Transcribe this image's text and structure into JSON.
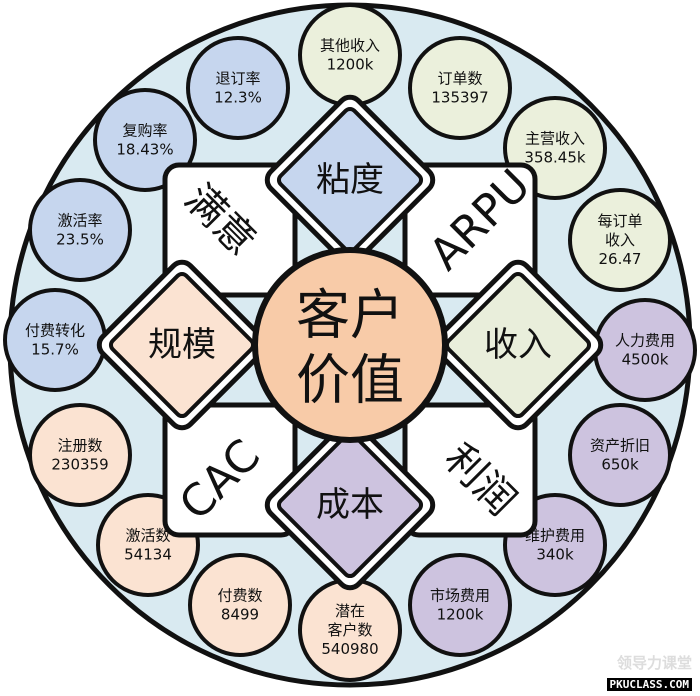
{
  "center": {
    "line1": "客户",
    "line2": "价值",
    "color": "#f8cba8"
  },
  "diamonds": [
    {
      "id": "top",
      "label": "粘度",
      "color": "#c6d6ee"
    },
    {
      "id": "right",
      "label": "收入",
      "color": "#e9eedb"
    },
    {
      "id": "bottom",
      "label": "成本",
      "color": "#cdc3df"
    },
    {
      "id": "left",
      "label": "规模",
      "color": "#fbe3d2"
    }
  ],
  "quadrants": [
    {
      "id": "top-left",
      "label": "满意"
    },
    {
      "id": "top-right",
      "label": "ARPU"
    },
    {
      "id": "bottom-right",
      "label": "利润"
    },
    {
      "id": "bottom-left",
      "label": "CAC"
    }
  ],
  "metrics": [
    {
      "lines": [
        "其他收入",
        "1200k"
      ],
      "color": "#ebf0dc"
    },
    {
      "lines": [
        "订单数",
        "135397"
      ],
      "color": "#ebf0dc"
    },
    {
      "lines": [
        "主营收入",
        "358.45k"
      ],
      "color": "#ebf0dc"
    },
    {
      "lines": [
        "每订单",
        "收入",
        "26.47"
      ],
      "color": "#ebf0dc"
    },
    {
      "lines": [
        "人力费用",
        "4500k"
      ],
      "color": "#cdc3df"
    },
    {
      "lines": [
        "资产折旧",
        "650k"
      ],
      "color": "#cdc3df"
    },
    {
      "lines": [
        "维护费用",
        "340k"
      ],
      "color": "#cdc3df"
    },
    {
      "lines": [
        "市场费用",
        "1200k"
      ],
      "color": "#cdc3df"
    },
    {
      "lines": [
        "潜在",
        "客户数",
        "540980"
      ],
      "color": "#fbe3d2"
    },
    {
      "lines": [
        "付费数",
        "8499"
      ],
      "color": "#fbe3d2"
    },
    {
      "lines": [
        "激活数",
        "54134"
      ],
      "color": "#fbe3d2"
    },
    {
      "lines": [
        "注册数",
        "230359"
      ],
      "color": "#fbe3d2"
    },
    {
      "lines": [
        "付费转化",
        "15.7%"
      ],
      "color": "#c6d6ee"
    },
    {
      "lines": [
        "激活率",
        "23.5%"
      ],
      "color": "#c6d6ee"
    },
    {
      "lines": [
        "复购率",
        "18.43%"
      ],
      "color": "#c6d6ee"
    },
    {
      "lines": [
        "退订率",
        "12.3%"
      ],
      "color": "#c6d6ee"
    }
  ],
  "ring_color": "#d9eaf1",
  "watermark": {
    "line1": "领导力课堂",
    "line2": "PKUCLASS.COM"
  }
}
